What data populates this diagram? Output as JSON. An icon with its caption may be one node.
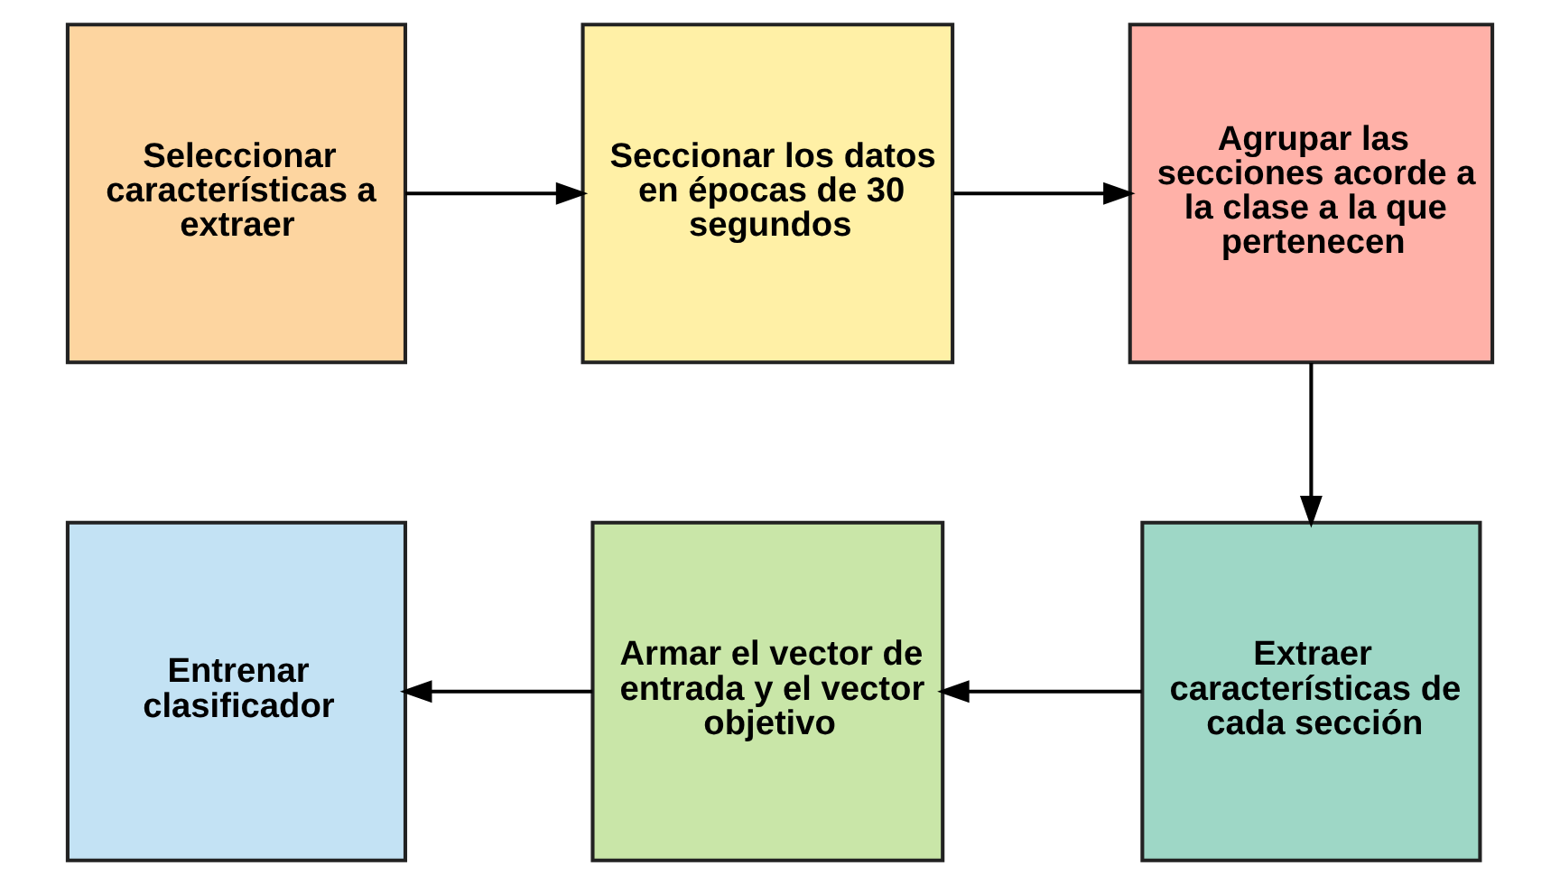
{
  "diagram": {
    "nodes": [
      {
        "text": [
          "Seleccionar características a extraer"
        ]
      },
      {
        "text": [
          "Seccionar los datos en épocas de 30 segundos"
        ]
      },
      {
        "text": [
          "Agrupar las secciones acorde a la clase a la que pertenecen"
        ]
      },
      {
        "text": [
          "Extraer características de cada sección"
        ]
      },
      {
        "text": [
          "Armar el vector de entrada y el vector objetivo"
        ]
      },
      {
        "text": [
          "Entrenar clasificador"
        ]
      }
    ],
    "edges": [
      {
        "from": 0,
        "to": 1,
        "arrow": "to"
      },
      {
        "from": 1,
        "to": 2,
        "arrow": "to"
      },
      {
        "from": 2,
        "to": 3,
        "arrow": "to"
      },
      {
        "from": 3,
        "to": 4,
        "arrow": "to"
      },
      {
        "from": 4,
        "to": 5,
        "arrow": "to"
      }
    ]
  }
}
